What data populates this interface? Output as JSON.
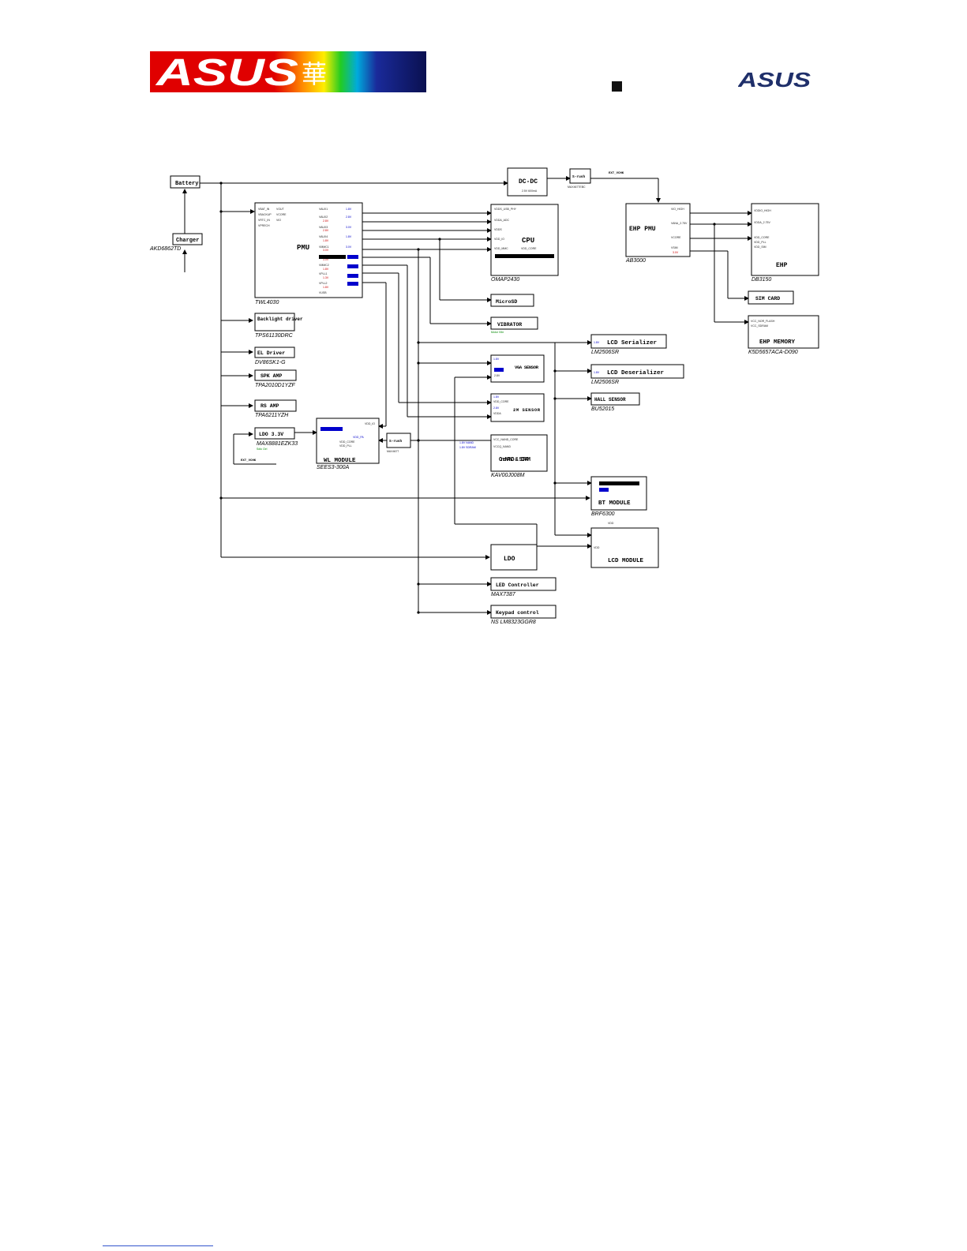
{
  "header": {
    "banner_logo_text": "ASUS",
    "banner_cjk_char": "華",
    "right_logo_text": "ASUS"
  },
  "diagram": {
    "blocks": [
      {
        "id": "battery",
        "label": "Battery"
      },
      {
        "id": "charger",
        "label": "Charger",
        "part": "AKD6862TD"
      },
      {
        "id": "pmu",
        "label": "PMU",
        "part": "TWL4030"
      },
      {
        "id": "dcdc",
        "label": "DC-DC"
      },
      {
        "id": "switch1",
        "label": "S-rush"
      },
      {
        "id": "cpu",
        "label": "CPU",
        "part": "OMAP2430"
      },
      {
        "id": "ehp_pmu",
        "label": "EHP PMU",
        "part": "AB3000"
      },
      {
        "id": "ehp",
        "label": "EHP",
        "part": "DB3150"
      },
      {
        "id": "sim",
        "label": "SIM CARD"
      },
      {
        "id": "ehp_mem",
        "label": "EHP MEMORY",
        "part": "K5D5657ACA-D090"
      },
      {
        "id": "microsd",
        "label": "MicroSD"
      },
      {
        "id": "vibrator",
        "label": "VIBRATOR"
      },
      {
        "id": "backlight",
        "label": "Backlight driver",
        "part": "TPS61130DRC"
      },
      {
        "id": "el",
        "label": "EL Driver",
        "part": "DV86SK1-G"
      },
      {
        "id": "spk",
        "label": "SPK AMP",
        "part": "TPA2010D1YZF"
      },
      {
        "id": "rs",
        "label": "RS AMP",
        "part": "TPA6211YZH"
      },
      {
        "id": "ldo33",
        "label": "LDO 3.3V",
        "part": "MAX8881EZK33"
      },
      {
        "id": "wl",
        "label": "WL MODULE",
        "part": "SEES3-300A"
      },
      {
        "id": "switch2",
        "label": "S-rush"
      },
      {
        "id": "lcd_ser",
        "label": "LCD Serializer",
        "part": "LM2506SR"
      },
      {
        "id": "lcd_des",
        "label": "LCD Deserializer",
        "part": "LM2506SR"
      },
      {
        "id": "vga",
        "label": "VGA SENSOR"
      },
      {
        "id": "hall",
        "label": "HALL SENSOR",
        "part": "BU52015"
      },
      {
        "id": "mb2",
        "label": "2M SENSOR"
      },
      {
        "id": "onenand",
        "label": "OneNAND & SDRAM",
        "part": "KAV00J008M"
      },
      {
        "id": "bt",
        "label": "BT MODULE",
        "part": "BRF6300"
      },
      {
        "id": "ldo",
        "label": "LDO"
      },
      {
        "id": "lcd_mod",
        "label": "LCD MODULE"
      },
      {
        "id": "led",
        "label": "LED Controller",
        "part": "MAX7387"
      },
      {
        "id": "keypad",
        "label": "Keypad control",
        "part": "NS LM8323GGR8"
      }
    ],
    "net_labels": {
      "ext_vchk": "EXT_VCHK",
      "ext_vchk2": "EXT_VCHK"
    }
  }
}
